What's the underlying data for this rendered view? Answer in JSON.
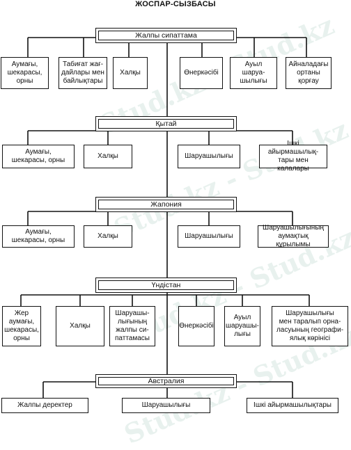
{
  "title": "ЖОСПАР-СЫЗБАСЫ",
  "watermark": "Stud.kz - Stud.kz",
  "sections": [
    {
      "header": "Жалпы сипаттама",
      "items": [
        "Аумағы,\nшекарасы,\nорны",
        "Табиғат жағ-\nдайлары мен\nбайлықтары",
        "Халқы",
        "Өнеркәсібі",
        "Ауыл шаруа-\nшылығы",
        "Айналадағы\nортаны\nқорғау"
      ]
    },
    {
      "header": "Қытай",
      "items": [
        "Аумағы,\nшекарасы, орны",
        "Халқы",
        "Шаруашылығы",
        "Ішкі айырмашылық-\nтары мен калалары"
      ]
    },
    {
      "header": "Жапония",
      "items": [
        "Аумағы,\nшекарасы, орны",
        "Халқы",
        "Шаруашылығы",
        "Шаруашылығының\nаумақтық құрылымы"
      ]
    },
    {
      "header": "Үндістан",
      "items": [
        "Жер аумағы,\nшекарасы,\nорны",
        "Халқы",
        "Шаруашы-\nлығының\nжалпы си-\nпаттамасы",
        "Өнеркәсібі",
        "Ауыл\nшаруашы-\nлығы",
        "Шаруашылығы\nмен таралып орна-\nласуының географи-\nялық көрінісі"
      ]
    },
    {
      "header": "Австралия",
      "items": [
        "Жалпы деректер",
        "Шаруашылығы",
        "Ішкі айырмашылықтары"
      ]
    }
  ]
}
